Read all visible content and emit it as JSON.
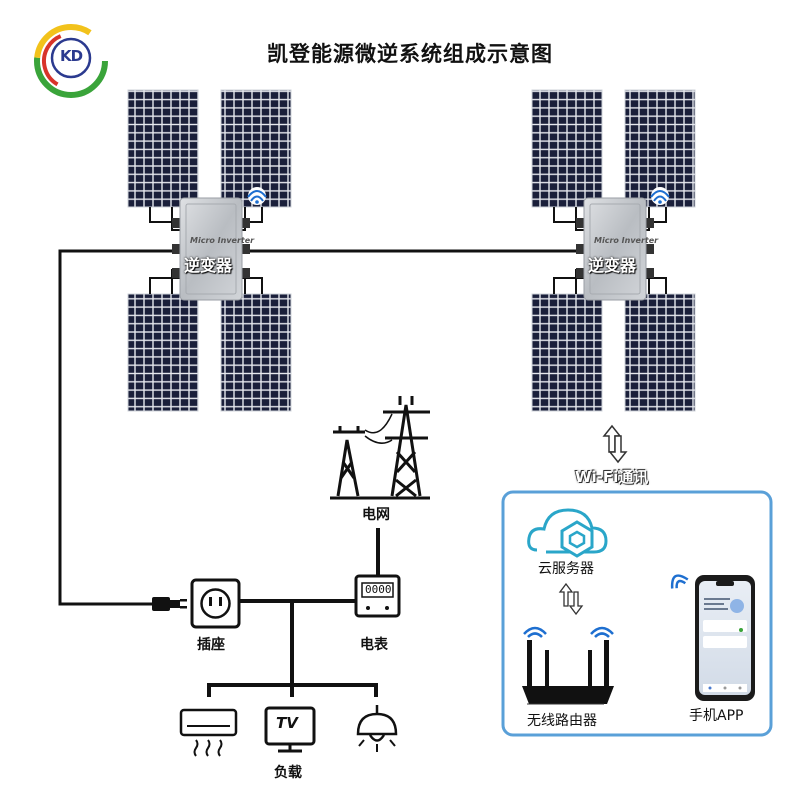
{
  "title": "凯登能源微逆系统组成示意图",
  "logo": {
    "text": "KD"
  },
  "inverter": {
    "label": "逆变器",
    "brand": "Micro Inverter"
  },
  "labels": {
    "grid": "电网",
    "socket": "插座",
    "meter": "电表",
    "load": "负载",
    "wifi": "Wi-Fi通讯",
    "cloud": "云服务器",
    "router": "无线路由器",
    "phone": "手机APP"
  },
  "meter_display": "0000",
  "tv_text": "TV",
  "colors": {
    "panel": "#1a1f3a",
    "wire": "#111111",
    "box_border": "#5aa0d8",
    "cloud": "#2aa6c9",
    "logo_green": "#3aa43a",
    "logo_yellow": "#f2c21b",
    "logo_red": "#d8342a"
  }
}
